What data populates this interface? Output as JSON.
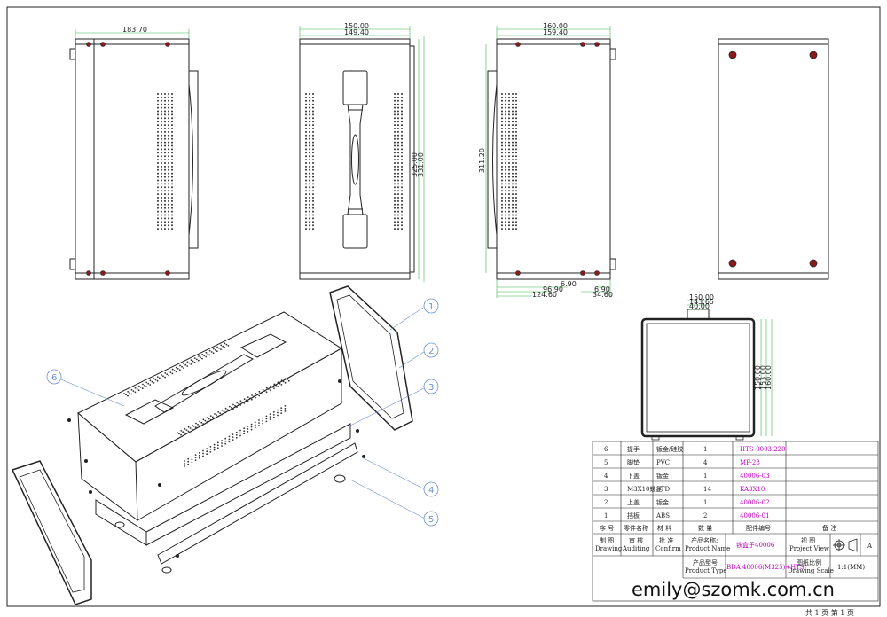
{
  "dimensions": {
    "view1_width": "183.70",
    "view2_width_outer": "150.00",
    "view2_width_inner": "149.40",
    "view2_height_a": "325.00",
    "view2_height_b": "331.00",
    "view3_width_outer": "160.00",
    "view3_width_inner": "159.40",
    "view3_height": "311.20",
    "view3_bottom_a": "6.90",
    "view3_bottom_b": "96.90",
    "view3_bottom_c": "124.60",
    "view3_bottom_d": "6.90",
    "view3_bottom_e": "34.60",
    "view5_w1": "150.00",
    "view5_w2": "143.65",
    "view5_w3": "40.00",
    "view5_h1": "150.00",
    "view5_h2": "153.00",
    "view5_h3": "160.00"
  },
  "balloons": [
    "1",
    "2",
    "3",
    "4",
    "5",
    "6"
  ],
  "bom": {
    "rows": [
      {
        "no": "6",
        "name": "提手",
        "material": "钣金/硅胶",
        "qty": "1",
        "part": "HTS-0003.220"
      },
      {
        "no": "5",
        "name": "脚垫",
        "material": "PVC",
        "qty": "4",
        "part": "MP-28"
      },
      {
        "no": "4",
        "name": "下盖",
        "material": "钣金",
        "qty": "1",
        "part": "40006-03"
      },
      {
        "no": "3",
        "name": "M3X10螺丝",
        "material": "STD",
        "qty": "14",
        "part": "KA3X10"
      },
      {
        "no": "2",
        "name": "上盖",
        "material": "钣金",
        "qty": "1",
        "part": "40006-02"
      },
      {
        "no": "1",
        "name": "挡板",
        "material": "ABS",
        "qty": "2",
        "part": "40006-01"
      }
    ],
    "header": {
      "no": "序 号",
      "name": "零件名称",
      "material": "材 料",
      "qty": "数 量",
      "part": "配件编号",
      "remark": "备 注"
    }
  },
  "title_block": {
    "drawing_cn": "制 图",
    "drawing_en": "Drawing",
    "audit_cn": "审 核",
    "audit_en": "Auditing",
    "confirm_cn": "批 准",
    "confirm_en": "Confirm",
    "product_name_cn": "产品名称:",
    "product_name_en": "Product Name",
    "product_name_value": "铁盒子40006",
    "project_view_cn": "视 图",
    "project_view_en": "Project View",
    "view_letter": "A",
    "product_type_cn": "产品型号",
    "product_type_en": "Product Type",
    "product_type_value": "BDA 40006(M325)+HTS",
    "scale_cn": "图纸比例",
    "scale_en": "Drawing Scale",
    "scale_value": "1:1(MM)",
    "email": "emily@szomk.com.cn"
  },
  "page_info": "共 1 页  第 1 页",
  "colors": {
    "line": "#222222",
    "dim": "#3bb24a",
    "balloon": "#6a8fd0",
    "accent": "#c000c0",
    "screw": "#8b1a1a"
  }
}
